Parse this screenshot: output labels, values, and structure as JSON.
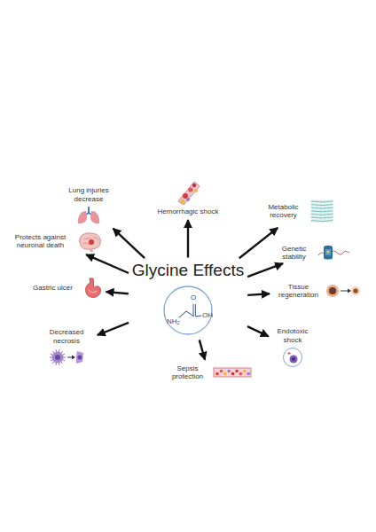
{
  "diagram": {
    "nodes": [
      {
        "text": [
          "Glycine Effects"
        ]
      },
      {
        "text": [
          "Hemorrhagic shock"
        ]
      },
      {
        "text": [
          "Lung injuries decrease"
        ]
      },
      {
        "text": [
          "Metabolic recovery"
        ]
      },
      {
        "text": [
          "Protects against neuronal death"
        ]
      },
      {
        "text": [
          "Genetic stability"
        ]
      },
      {
        "text": [
          "Gastric ulcer"
        ]
      },
      {
        "text": [
          "Tissue regeneration"
        ]
      },
      {
        "text": [
          "Decreased necrosis"
        ]
      },
      {
        "text": [
          "Endotoxic shock"
        ]
      },
      {
        "text": [
          "Sepsis protection"
        ]
      }
    ],
    "edges": [
      {
        "from": 0,
        "to": 1,
        "arrow": "to"
      },
      {
        "from": 0,
        "to": 2,
        "arrow": "to"
      },
      {
        "from": 0,
        "to": 3,
        "arrow": "to"
      },
      {
        "from": 0,
        "to": 4,
        "arrow": "to"
      },
      {
        "from": 0,
        "to": 5,
        "arrow": "to"
      },
      {
        "from": 0,
        "to": 6,
        "arrow": "to"
      },
      {
        "from": 0,
        "to": 7,
        "arrow": "to"
      },
      {
        "from": 0,
        "to": 8,
        "arrow": "to"
      },
      {
        "from": 0,
        "to": 9,
        "arrow": "to"
      },
      {
        "from": 0,
        "to": 10,
        "arrow": "to"
      }
    ],
    "labels": [
      "NH₂",
      "O",
      "OH"
    ]
  }
}
